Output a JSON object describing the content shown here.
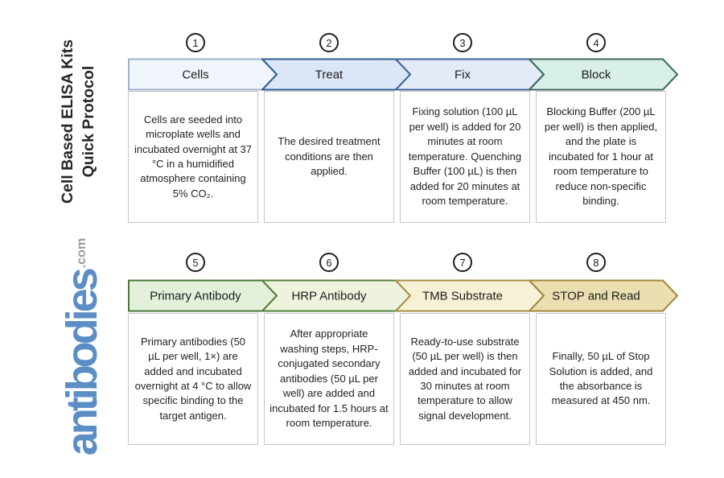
{
  "branding": {
    "title_line1": "Cell Based ELISA Kits",
    "title_line2": "Quick Protocol",
    "logo_name": "antibodies",
    "logo_tld": ".com"
  },
  "colors": {
    "logo_blue": "#5b8ec5",
    "logo_gray": "#9a9a9a",
    "circle_border": "#1f1f1f",
    "box_border": "#c6c6c6",
    "text": "#1f1f1f"
  },
  "steps": [
    {
      "number": "1",
      "label": "Cells",
      "fill": "#f0f5fb",
      "border": "#9db3cb",
      "description": "Cells are seeded into microplate wells and incubated overnight at 37 °C in a humidified atmosphere containing 5% CO₂."
    },
    {
      "number": "2",
      "label": "Treat",
      "fill": "#dbe6f7",
      "border": "#305f91",
      "description": "The desired treatment conditions are then applied."
    },
    {
      "number": "3",
      "label": "Fix",
      "fill": "#e4eaf8",
      "border": "#3c659a",
      "description": "Fixing solution (100 µL per well) is added for 20 minutes at room temperature. Quenching Buffer (100 µL) is then added for 20 minutes at room temperature."
    },
    {
      "number": "4",
      "label": "Block",
      "fill": "#d9f0e6",
      "border": "#3f6a60",
      "description": "Blocking Buffer (200 µL per well) is then applied, and the plate is incubated for 1 hour at room temperature to reduce non-specific binding."
    },
    {
      "number": "5",
      "label": "Primary Antibody",
      "fill": "#e3f1da",
      "border": "#4a7838",
      "description": "Primary antibodies (50 µL per well, 1×) are added and incubated overnight at 4 °C to allow specific binding to the target antigen."
    },
    {
      "number": "6",
      "label": "HRP Antibody",
      "fill": "#edf3dc",
      "border": "#55803d",
      "description": "After appropriate washing steps, HRP-conjugated secondary antibodies (50 µL per well) are added and incubated for 1.5 hours at room temperature."
    },
    {
      "number": "7",
      "label": "TMB Substrate",
      "fill": "#f7f2d5",
      "border": "#a78e45",
      "description": "Ready-to-use substrate (50 µL per well) is then added and incubated for 30 minutes at room temperature to allow signal development."
    },
    {
      "number": "8",
      "label": "STOP and Read",
      "fill": "#ebdfb1",
      "border": "#a2883c",
      "description": "Finally, 50 µL of Stop Solution is added, and the absorbance is measured at 450 nm."
    }
  ]
}
